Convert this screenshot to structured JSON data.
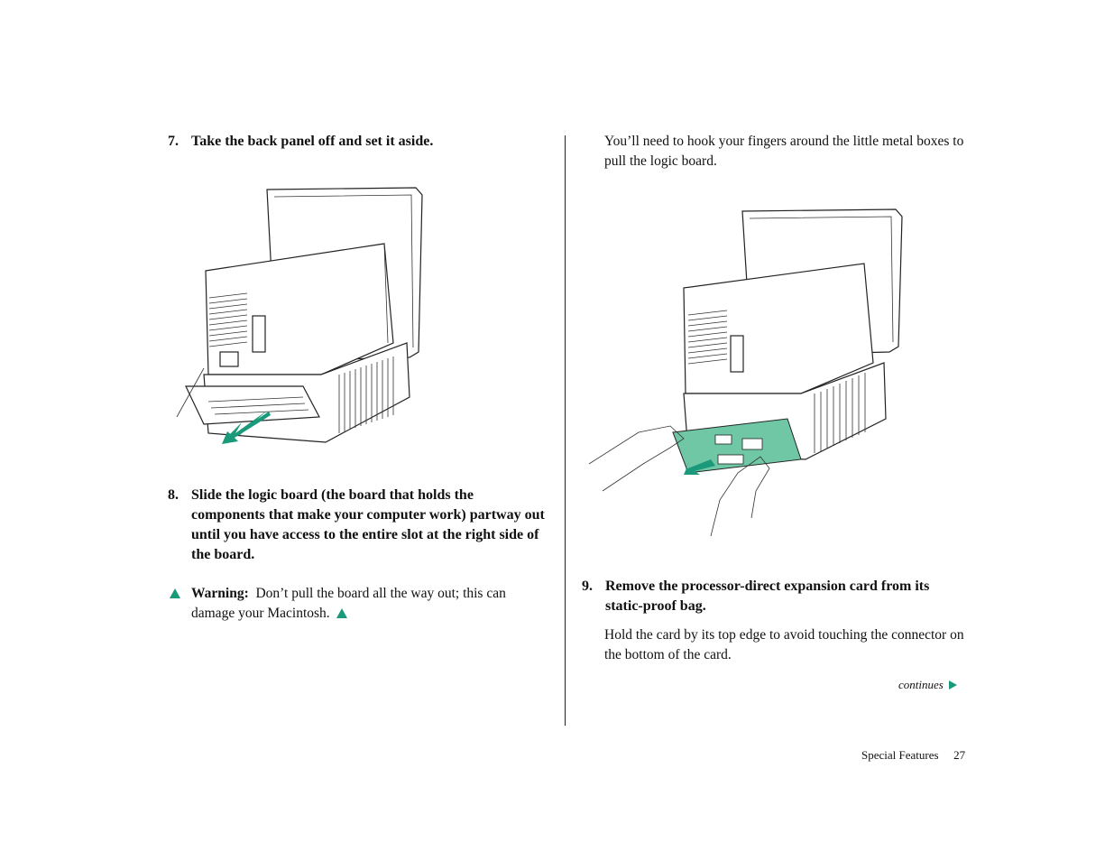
{
  "left": {
    "step7": {
      "num": "7.",
      "text": "Take the back panel off and set it aside."
    },
    "step8": {
      "num": "8.",
      "text": "Slide the logic board (the board that holds the components that make your computer work) partway out until you have access to the entire slot at the right side of the board."
    },
    "warning": {
      "label": "Warning:",
      "text": "Don’t pull the board all the way out; this can damage your Macintosh."
    }
  },
  "right": {
    "intro": "You’ll need to hook your fingers around the little metal boxes to pull the logic board.",
    "step9": {
      "num": "9.",
      "text": "Remove the processor-direct expansion card from its static-proof bag."
    },
    "step9_detail": "Hold the card by its top edge to avoid touching the connector on the bottom of the card.",
    "continues": "continues"
  },
  "footer": {
    "section": "Special Features",
    "page": "27"
  },
  "colors": {
    "accent": "#1a9a7a",
    "board": "#6fc7a6"
  }
}
